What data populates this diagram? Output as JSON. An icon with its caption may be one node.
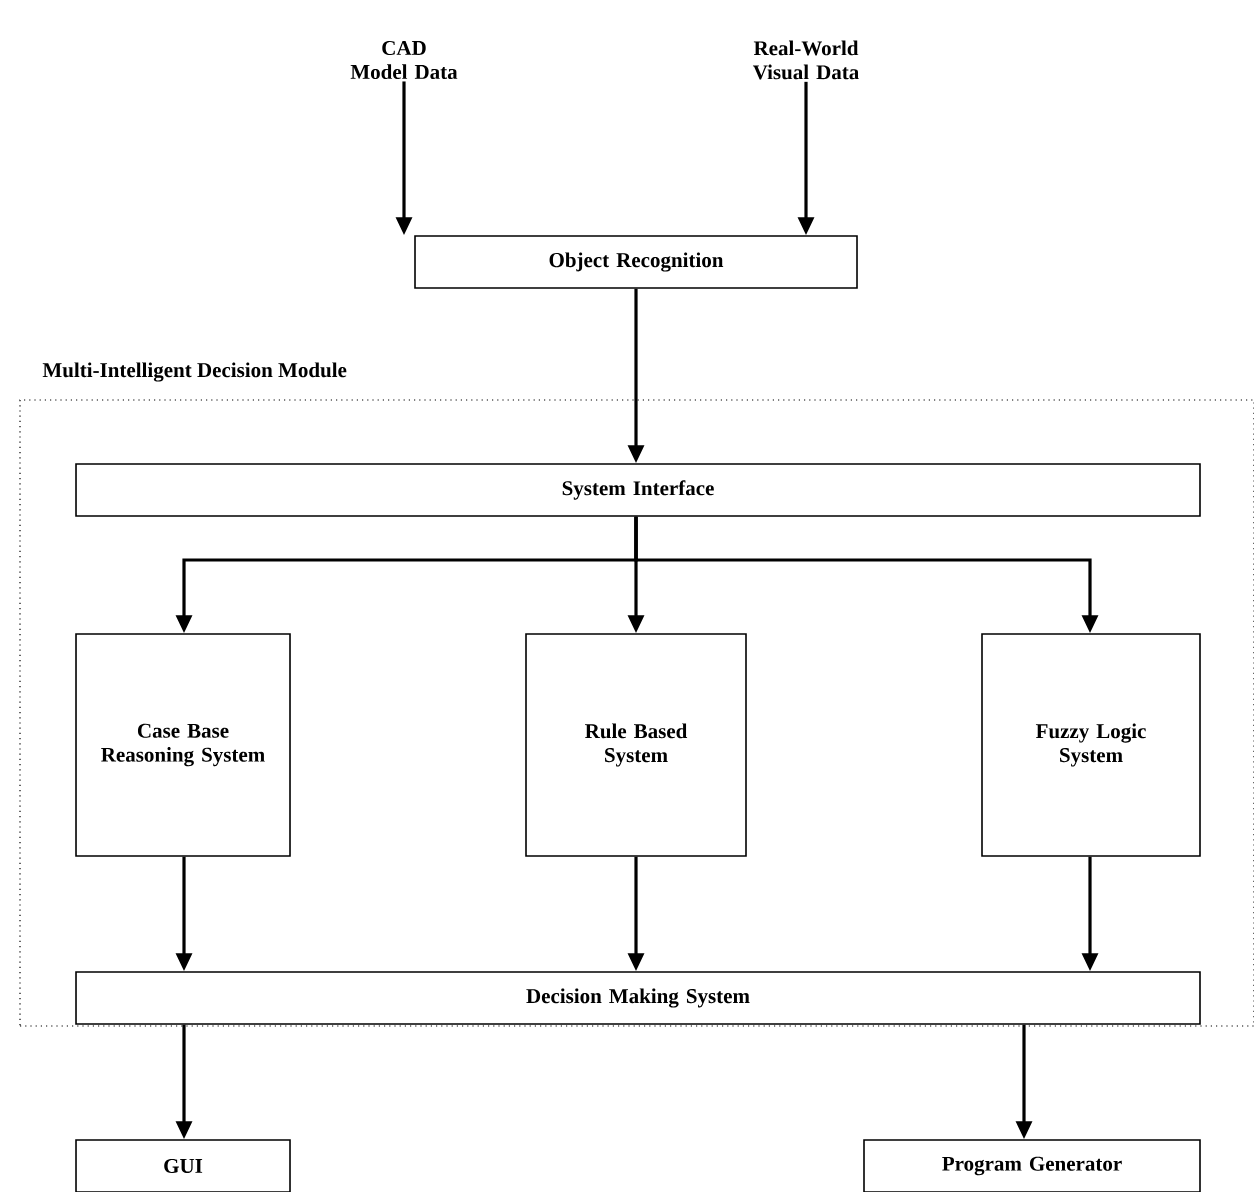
{
  "diagram": {
    "nodes": [
      {
        "text": [
          "CAD Model Data"
        ]
      },
      {
        "text": [
          "Real-World Visual Data"
        ]
      },
      {
        "text": [
          "Object Recognition"
        ]
      },
      {
        "text": [
          "Multi-Intelligent Decision Module"
        ]
      },
      {
        "text": [
          "System Interface"
        ],
        "in": 3
      },
      {
        "text": [
          "Case Base Reasoning System"
        ],
        "in": 3
      },
      {
        "text": [
          "Rule Based System"
        ],
        "in": 3
      },
      {
        "text": [
          "Fuzzy Logic System"
        ],
        "in": 3
      },
      {
        "text": [
          "Decision Making System"
        ],
        "in": 3
      },
      {
        "text": [
          "GUI"
        ]
      },
      {
        "text": [
          "Program Generator"
        ]
      }
    ],
    "edges": [
      {
        "from": 0,
        "to": 2,
        "arrow": "to"
      },
      {
        "from": 1,
        "to": 2,
        "arrow": "to"
      },
      {
        "from": 2,
        "to": 4,
        "arrow": "to"
      },
      {
        "from": 4,
        "to": 5,
        "arrow": "to"
      },
      {
        "from": 4,
        "to": 6,
        "arrow": "to"
      },
      {
        "from": 4,
        "to": 7,
        "arrow": "to"
      },
      {
        "from": 5,
        "to": 8,
        "arrow": "to"
      },
      {
        "from": 6,
        "to": 8,
        "arrow": "to"
      },
      {
        "from": 7,
        "to": 8,
        "arrow": "to"
      },
      {
        "from": 8,
        "to": 9,
        "arrow": "to"
      },
      {
        "from": 8,
        "to": 10,
        "arrow": "to"
      }
    ]
  }
}
